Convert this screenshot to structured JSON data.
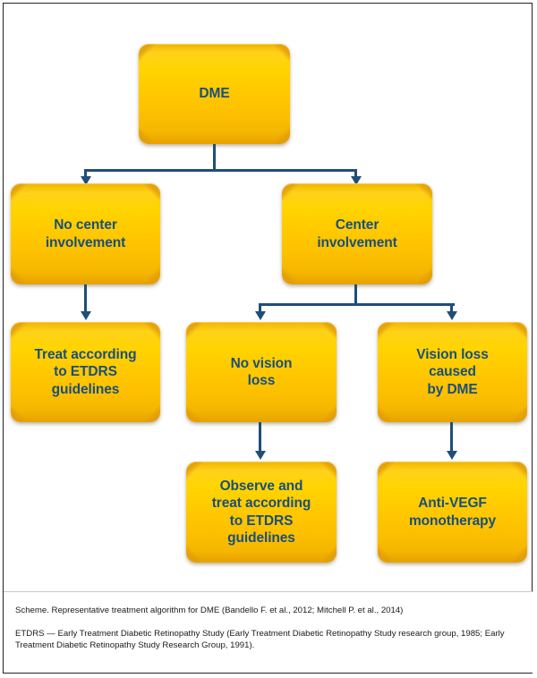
{
  "figure": {
    "type": "flowchart",
    "title_caption": "Scheme. Representative treatment algorithm for DME (Bandello F. et al., 2012; Mitchell P. et al., 2014)",
    "footnote": "ETDRS — Early Treatment Diabetic Retinopathy Study (Early Treatment Diabetic Retinopathy Study research group, 1985; Early Treatment Diabetic Retinopathy Study Research Group, 1991).",
    "colors": {
      "node_fill_light": "#FFD21A",
      "node_fill_mid": "#FFC800",
      "node_fill_dark": "#E29E0A",
      "node_text": "#1A4F7A",
      "connector": "#1F4E79",
      "frame_border": "#222222",
      "caption_text": "#1A1A1A"
    }
  },
  "nodes": {
    "root": {
      "id": "dme",
      "label": "DME"
    },
    "level2": [
      {
        "id": "no-center-involvement",
        "label": "No center\ninvolvement"
      },
      {
        "id": "center-involvement",
        "label": "Center\ninvolvement"
      }
    ],
    "level3": [
      {
        "id": "treat-etdrs",
        "label": "Treat according\nto ETDRS\nguidelines"
      },
      {
        "id": "no-vision-loss",
        "label": "No vision\nloss"
      },
      {
        "id": "vision-loss-dme",
        "label": "Vision loss\ncaused\nby DME"
      }
    ],
    "level4": [
      {
        "id": "observe-treat-etdrs",
        "label": "Observe and\ntreat according\nto ETDRS\nguidelines"
      },
      {
        "id": "anti-vegf",
        "label": "Anti-VEGF\nmonotherapy"
      }
    ]
  },
  "edges": [
    {
      "from": "dme",
      "to": "no-center-involvement"
    },
    {
      "from": "dme",
      "to": "center-involvement"
    },
    {
      "from": "no-center-involvement",
      "to": "treat-etdrs"
    },
    {
      "from": "center-involvement",
      "to": "no-vision-loss"
    },
    {
      "from": "center-involvement",
      "to": "vision-loss-dme"
    },
    {
      "from": "no-vision-loss",
      "to": "observe-treat-etdrs"
    },
    {
      "from": "vision-loss-dme",
      "to": "anti-vegf"
    }
  ]
}
